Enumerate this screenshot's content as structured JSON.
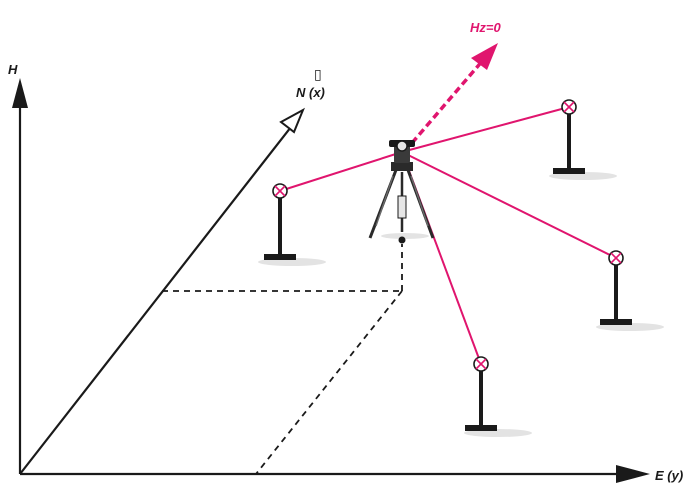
{
  "labels": {
    "h_axis": "H",
    "n_axis": "N (x)",
    "n_glyph": "▯",
    "e_axis": "E (y)",
    "hz": "Hz=0"
  },
  "colors": {
    "sight_line": "#e0156e",
    "axis": "#1a1a1a",
    "shadow": "#d9d9d9"
  },
  "icons": {
    "target": "crosshair-target-icon",
    "instrument": "total-station-tripod-icon"
  }
}
